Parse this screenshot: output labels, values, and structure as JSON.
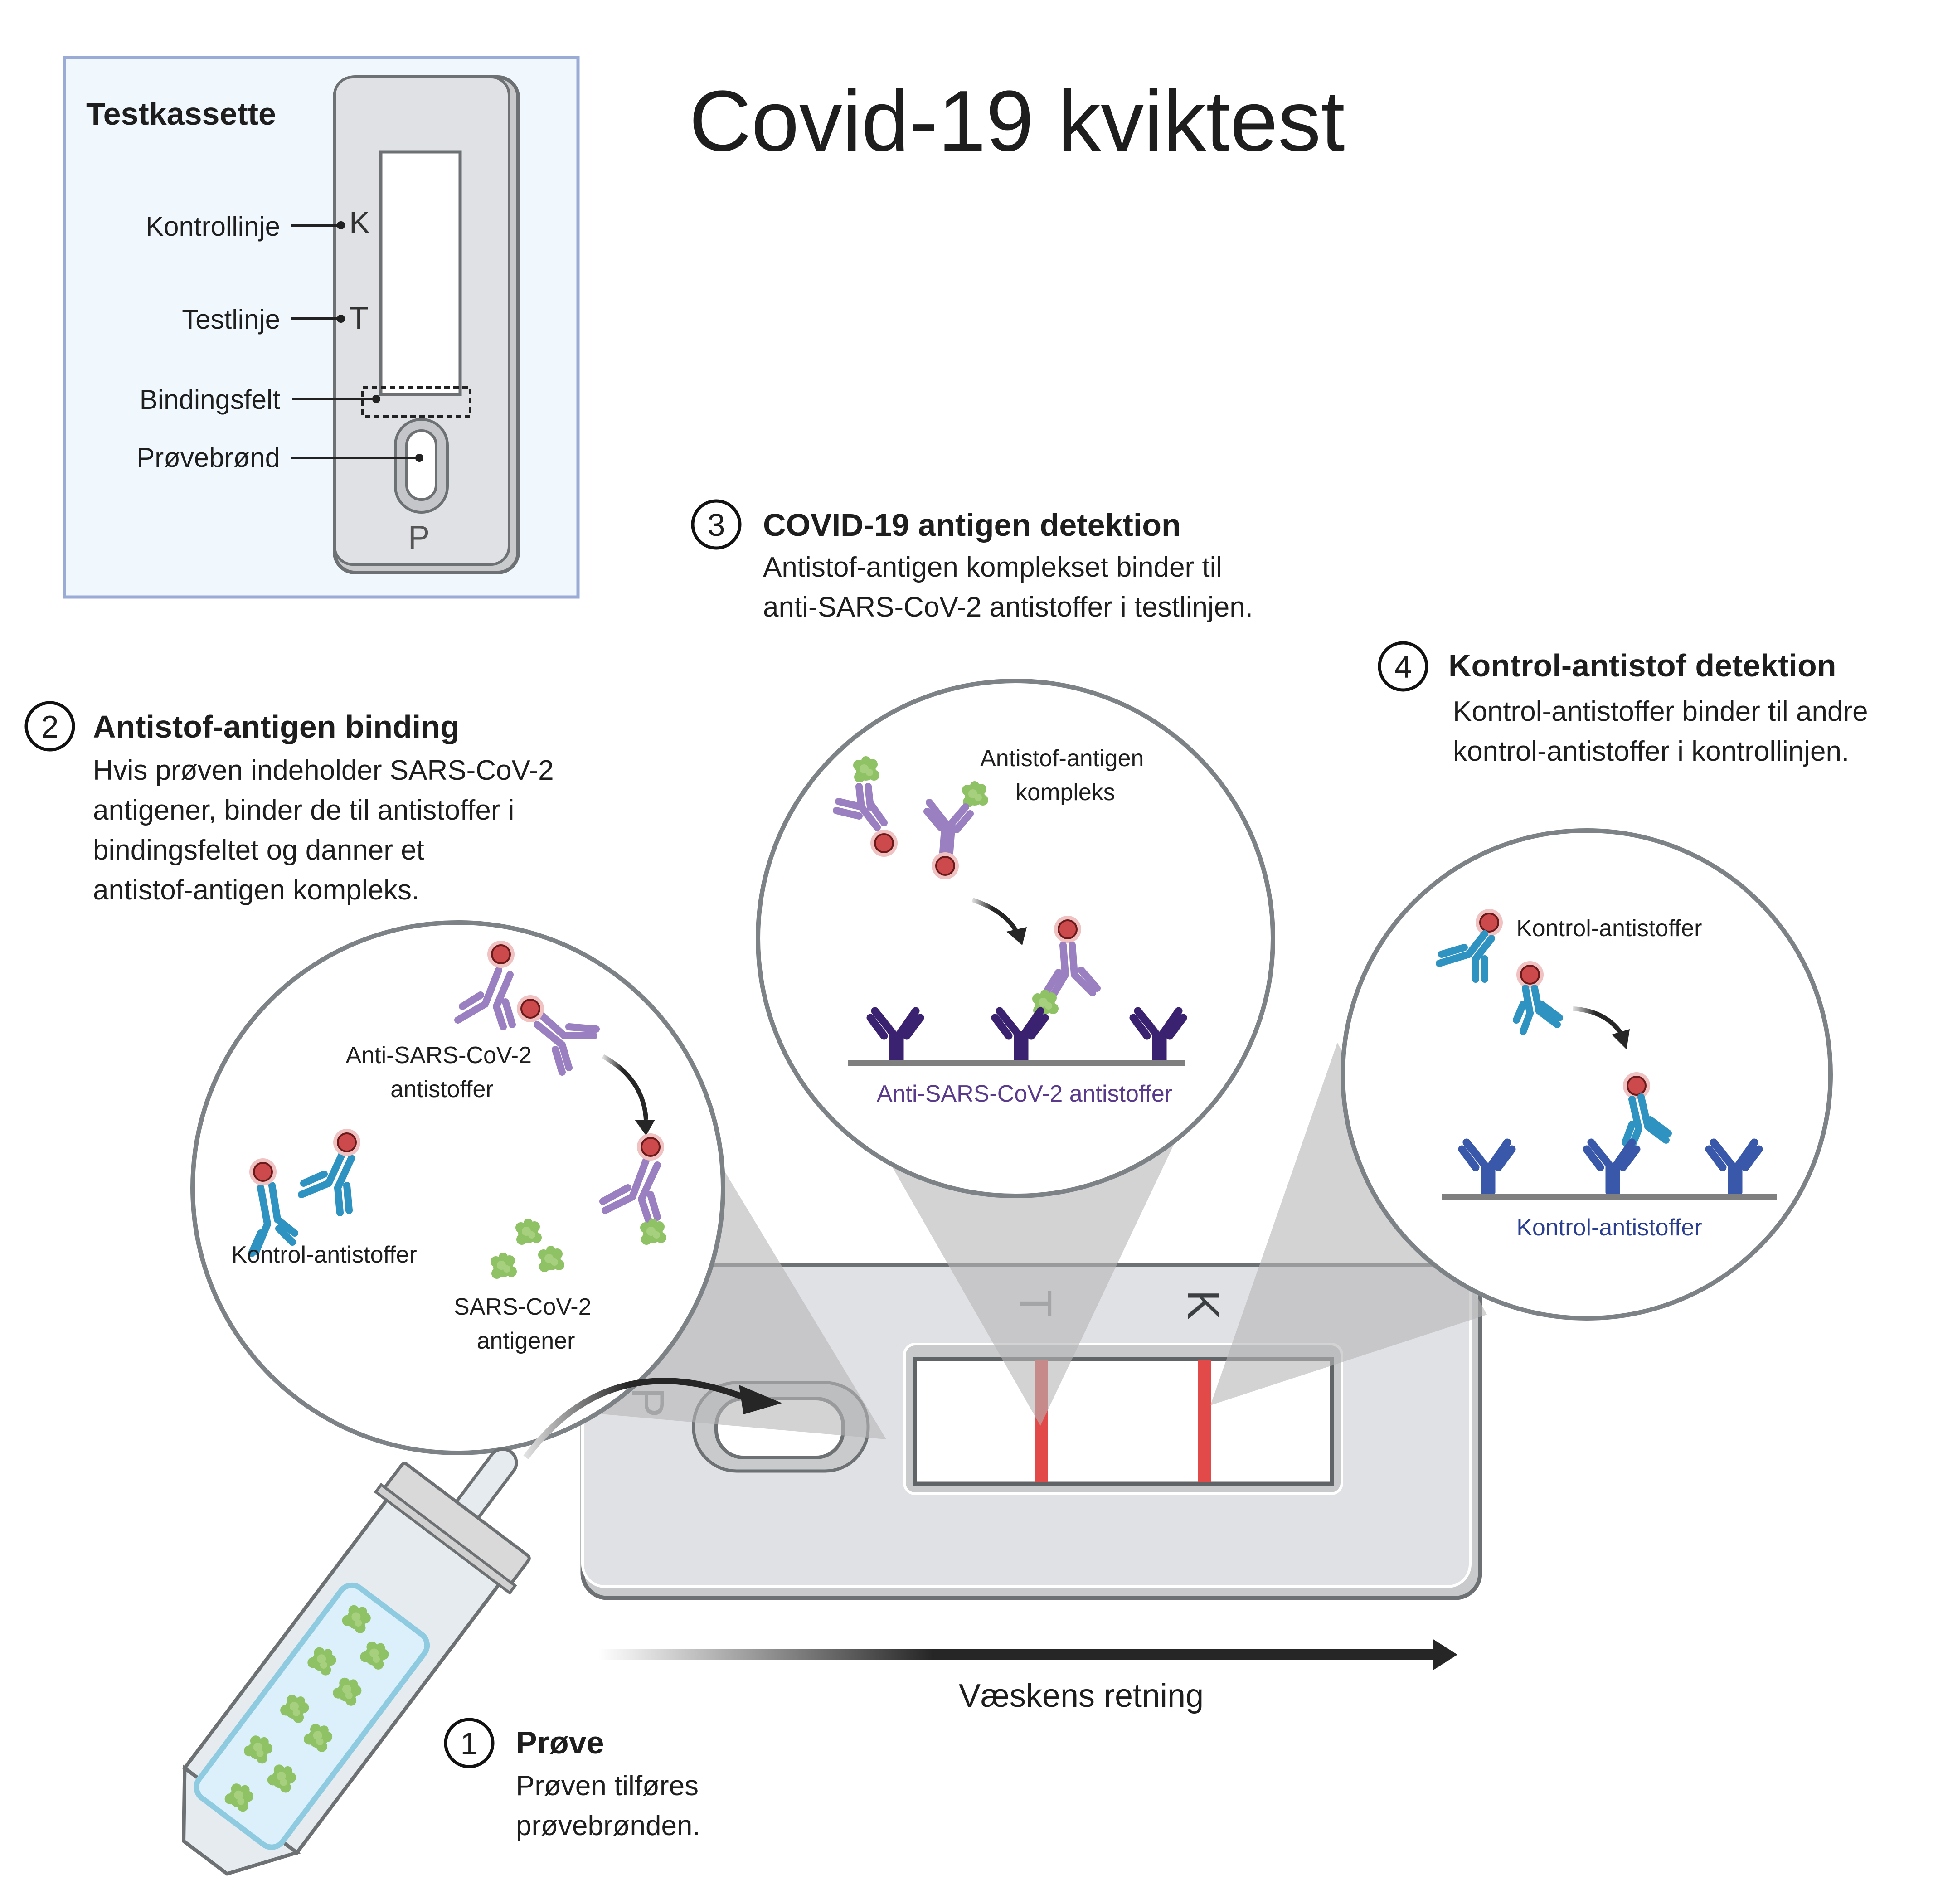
{
  "title": "Covid-19 kviktest",
  "inset": {
    "heading": "Testkassette",
    "labels": {
      "control_line": "Kontrollinje",
      "test_line": "Testlinje",
      "binding_field": "Bindingsfelt",
      "sample_well": "Prøvebrønd"
    },
    "letters": {
      "control": "K",
      "test": "T",
      "sample": "P"
    }
  },
  "steps": [
    {
      "number": "1",
      "heading": "Prøve",
      "lines": [
        "Prøven tilføres",
        "prøvebrønden."
      ]
    },
    {
      "number": "2",
      "heading": "Antistof-antigen binding",
      "lines": [
        "Hvis prøven indeholder SARS-CoV-2",
        "antigener, binder de til antistoffer i",
        "bindingsfeltet og danner et",
        "antistof-antigen kompleks."
      ]
    },
    {
      "number": "3",
      "heading": "COVID-19 antigen detektion",
      "lines": [
        "Antistof-antigen komplekset binder til",
        "anti-SARS-CoV-2 antistoffer i testlinjen."
      ]
    },
    {
      "number": "4",
      "heading": "Kontrol-antistof detektion",
      "lines": [
        "Kontrol-antistoffer binder til andre",
        "kontrol-antistoffer i kontrollinjen."
      ]
    }
  ],
  "zoom_binding": {
    "anti_sars_label": [
      "Anti-SARS-CoV-2",
      "antistoffer"
    ],
    "control_label": "Kontrol-antistoffer",
    "antigen_label": [
      "SARS-CoV-2",
      "antigener"
    ]
  },
  "zoom_test": {
    "complex_label": [
      "Antistof-antigen",
      "kompleks"
    ],
    "capture_label": "Anti-SARS-CoV-2 antistoffer"
  },
  "zoom_control": {
    "free_label": "Kontrol-antistoffer",
    "capture_label": "Kontrol-antistoffer"
  },
  "cassette": {
    "test_letter": "T",
    "control_letter": "K",
    "sample_letter": "P"
  },
  "flow": {
    "label": "Væskens retning"
  },
  "colors": {
    "test_line": "#e24a4a",
    "anti_sars_antibody": "#9a80c0",
    "control_antibody": "#2f93c2",
    "capture_test_antibody": "#3a2270",
    "capture_control_antibody": "#3a58aa",
    "antigen": "#8ec265",
    "inset_background": "#f0f7fd",
    "inset_border": "#9aabd6"
  }
}
